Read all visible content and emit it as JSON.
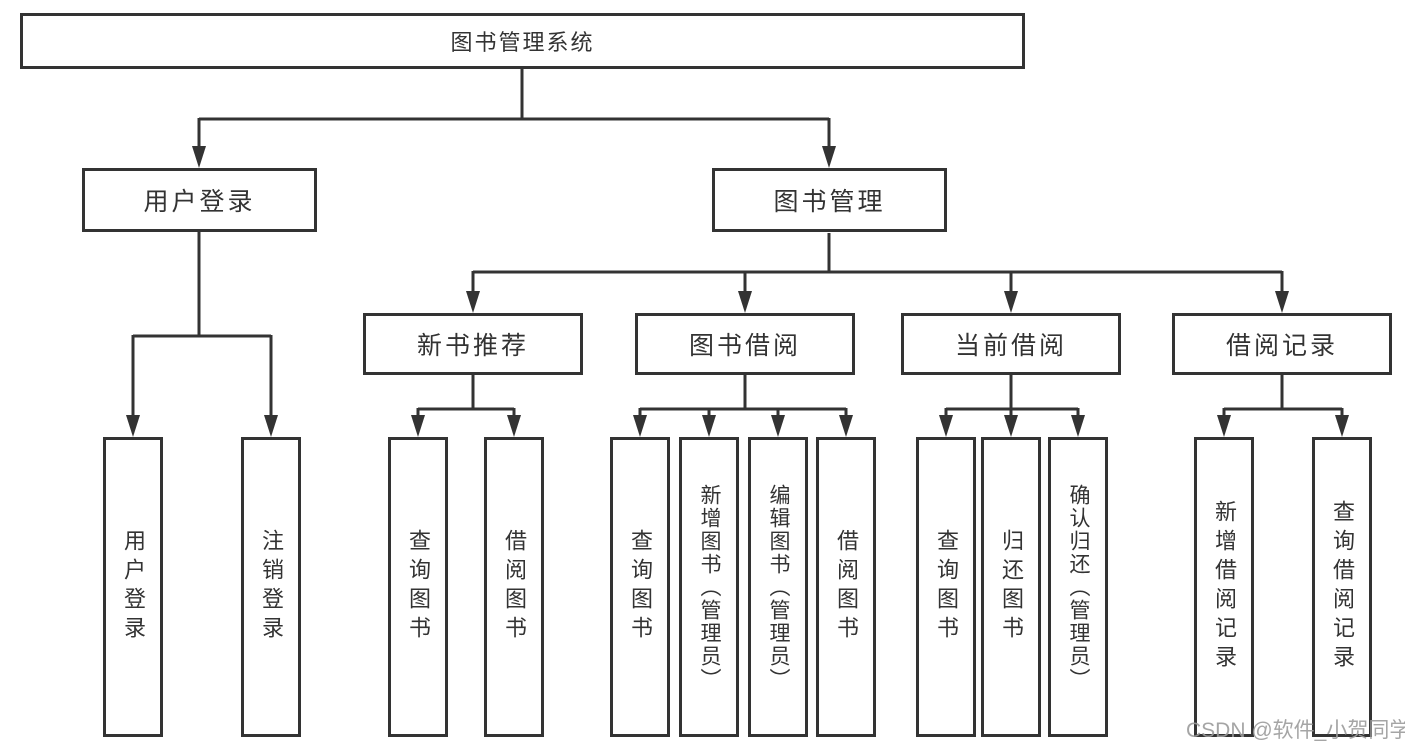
{
  "tree": {
    "label": "图书管理系统",
    "children": [
      {
        "label": "用户登录",
        "children": [
          {
            "label": "用户登录"
          },
          {
            "label": "注销登录"
          }
        ]
      },
      {
        "label": "图书管理",
        "children": [
          {
            "label": "新书推荐",
            "children": [
              {
                "label": "查询图书"
              },
              {
                "label": "借阅图书"
              }
            ]
          },
          {
            "label": "图书借阅",
            "children": [
              {
                "label": "查询图书"
              },
              {
                "label": "新增图书（管理员）"
              },
              {
                "label": "编辑图书（管理员）"
              },
              {
                "label": "借阅图书"
              }
            ]
          },
          {
            "label": "当前借阅",
            "children": [
              {
                "label": "查询图书"
              },
              {
                "label": "归还图书"
              },
              {
                "label": "确认归还（管理员）"
              }
            ]
          },
          {
            "label": "借阅记录",
            "children": [
              {
                "label": "新增借阅记录"
              },
              {
                "label": "查询借阅记录"
              }
            ]
          }
        ]
      }
    ]
  },
  "watermark": "CSDN @软件_小贺同学",
  "colors": {
    "line": "#333333",
    "text": "#333333",
    "background": "#ffffff",
    "watermark": "#9c9c9c"
  }
}
